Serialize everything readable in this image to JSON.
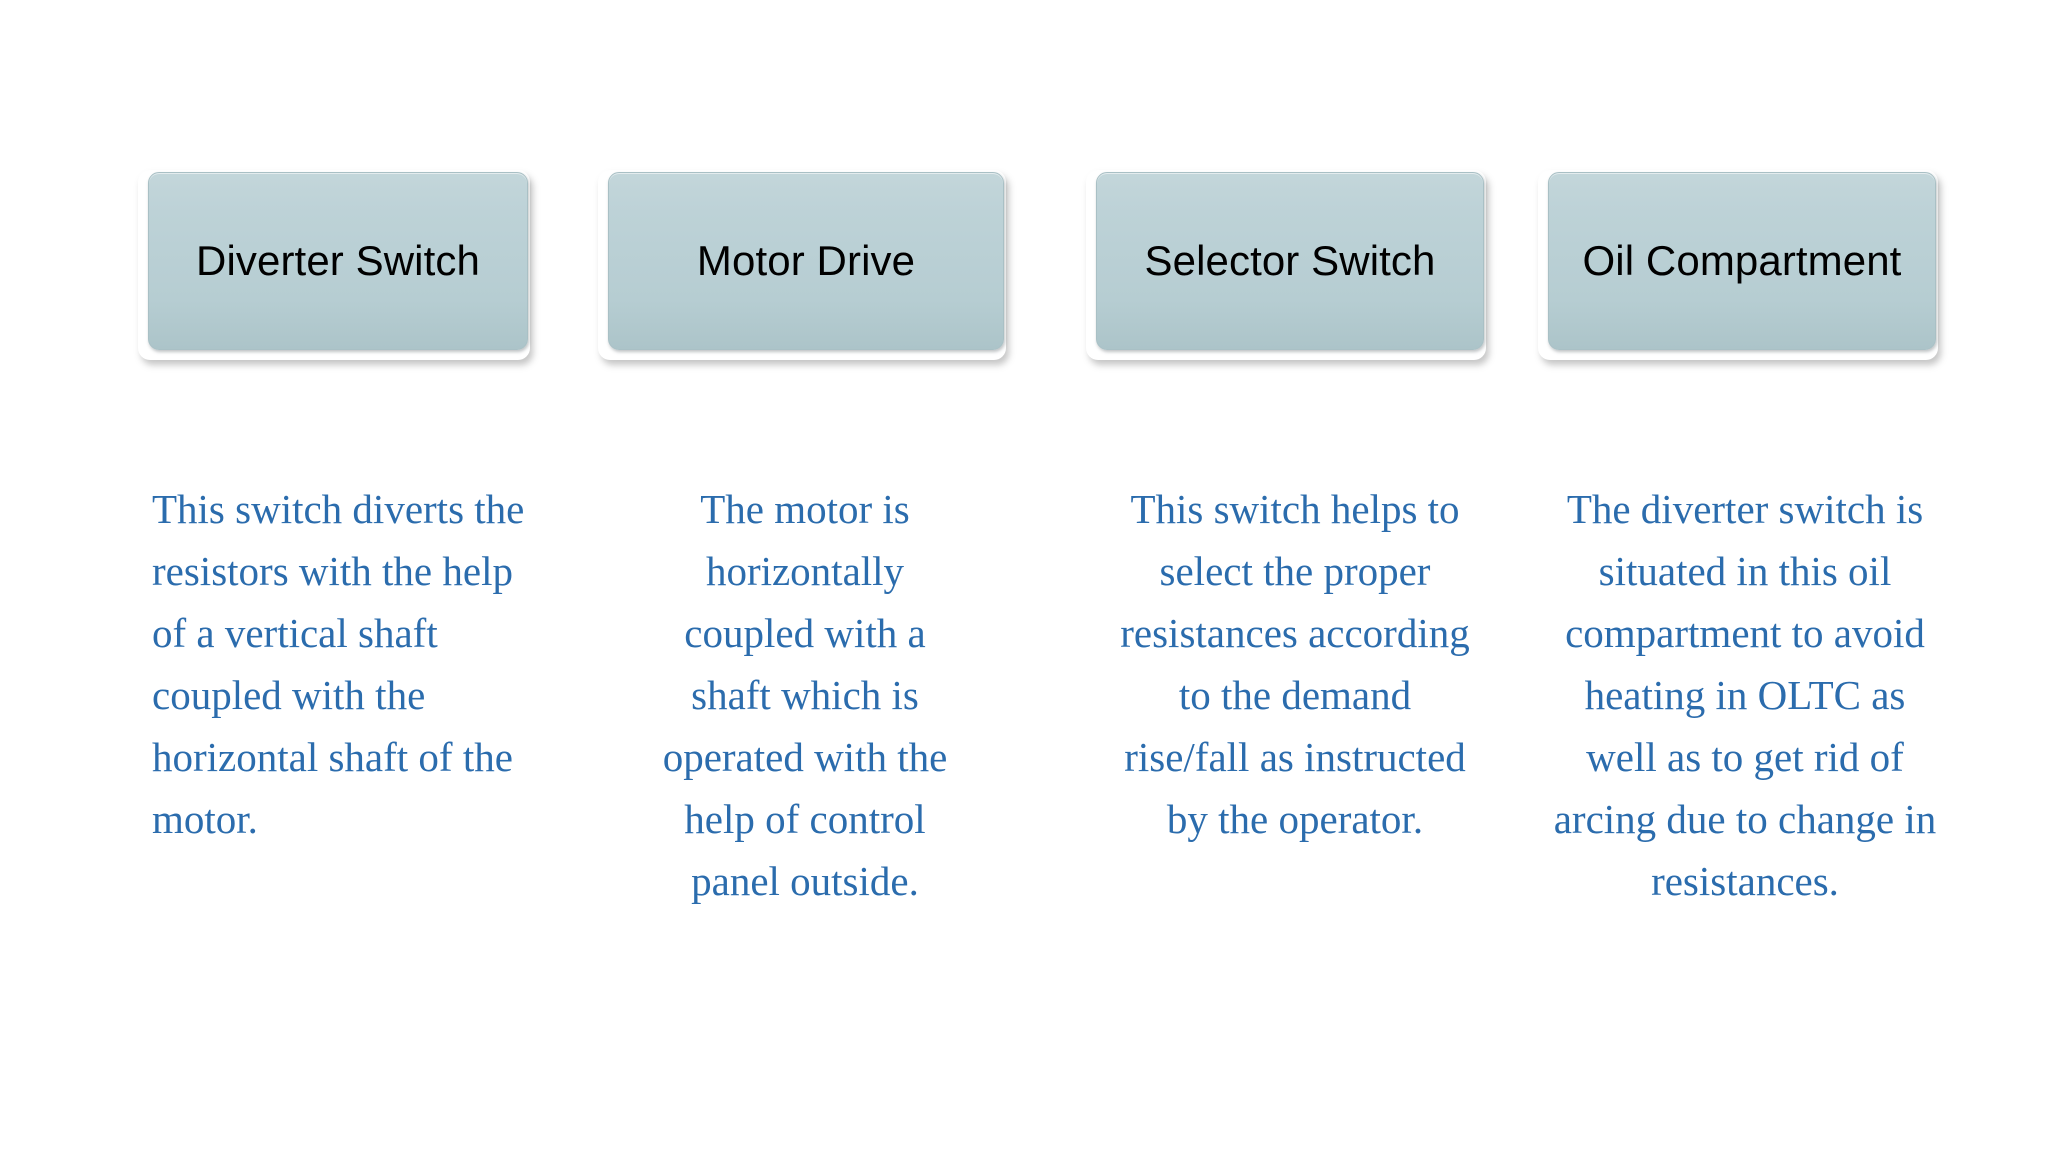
{
  "slide": {
    "background_color": "#ffffff",
    "box_fill_color": "#b6cdd2",
    "box_text_color": "#000000",
    "description_text_color": "#2b6cad"
  },
  "columns": [
    {
      "box_label": "Diverter Switch",
      "description": "This switch diverts the resistors with the help of a vertical shaft coupled with the horizontal shaft of the motor."
    },
    {
      "box_label": "Motor Drive",
      "description": "The motor is horizontally coupled with a shaft which is operated with the help of control panel outside."
    },
    {
      "box_label": "Selector Switch",
      "description": "This switch helps to select the proper resistances according to the demand rise/fall as instructed by the operator."
    },
    {
      "box_label": "Oil Compartment",
      "description": "The diverter switch is situated in this oil compartment to avoid heating in OLTC as well as to get rid of arcing due to change in resistances."
    }
  ]
}
